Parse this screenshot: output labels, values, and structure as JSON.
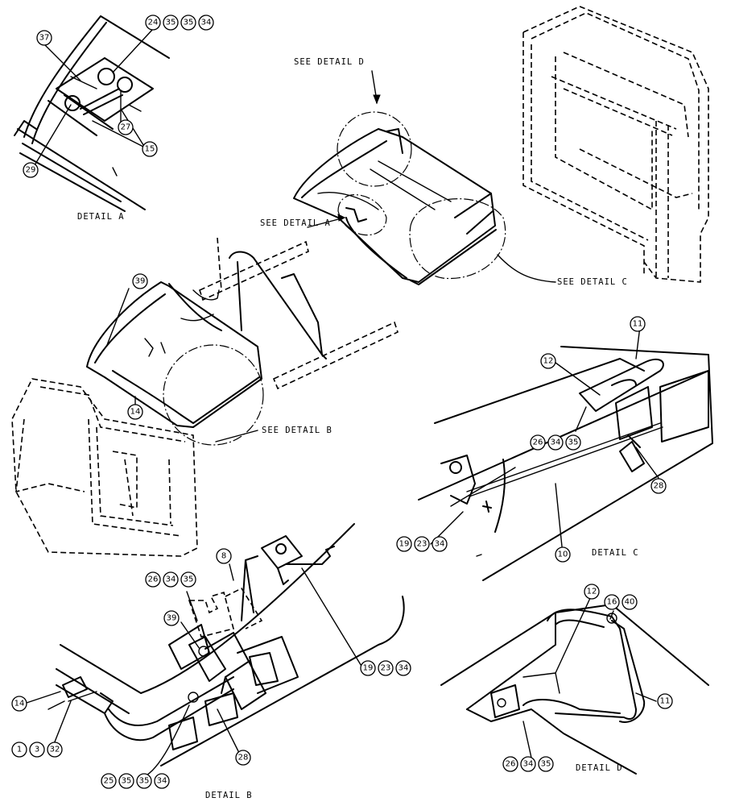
{
  "labels": {
    "detail_a": "DETAIL  A",
    "detail_b": "DETAIL  B",
    "detail_c": "DETAIL  C",
    "detail_d": "DETAIL  D",
    "see_detail_a": "SEE DETAIL  A",
    "see_detail_b": "SEE DETAIL  B",
    "see_detail_c": "SEE DETAIL  C",
    "see_detail_d": "SEE DETAIL  D"
  },
  "callouts": {
    "detail_a": {
      "top_group": [
        "24",
        "35",
        "35",
        "34"
      ],
      "c37": "37",
      "c27": "27",
      "c15": "15",
      "c29": "29"
    },
    "main": {
      "c39": "39",
      "c14": "14"
    },
    "detail_c": {
      "c11": "11",
      "c12": "12",
      "group_mid": [
        "26",
        "34",
        "35"
      ],
      "c28": "28",
      "group_bottom": [
        "19",
        "23",
        "34"
      ],
      "c10": "10"
    },
    "detail_b": {
      "group_top": [
        "26",
        "34",
        "35"
      ],
      "c8": "8",
      "c39": "39",
      "group_right": [
        "19",
        "23",
        "34"
      ],
      "c14": "14",
      "group_left": [
        "1",
        "3",
        "32"
      ],
      "group_bottom": [
        "25",
        "35",
        "35",
        "34"
      ],
      "c28": "28"
    },
    "detail_d": {
      "c12": "12",
      "group_top": [
        "16",
        "40"
      ],
      "c11": "11",
      "group_bottom": [
        "26",
        "34",
        "35"
      ]
    }
  }
}
